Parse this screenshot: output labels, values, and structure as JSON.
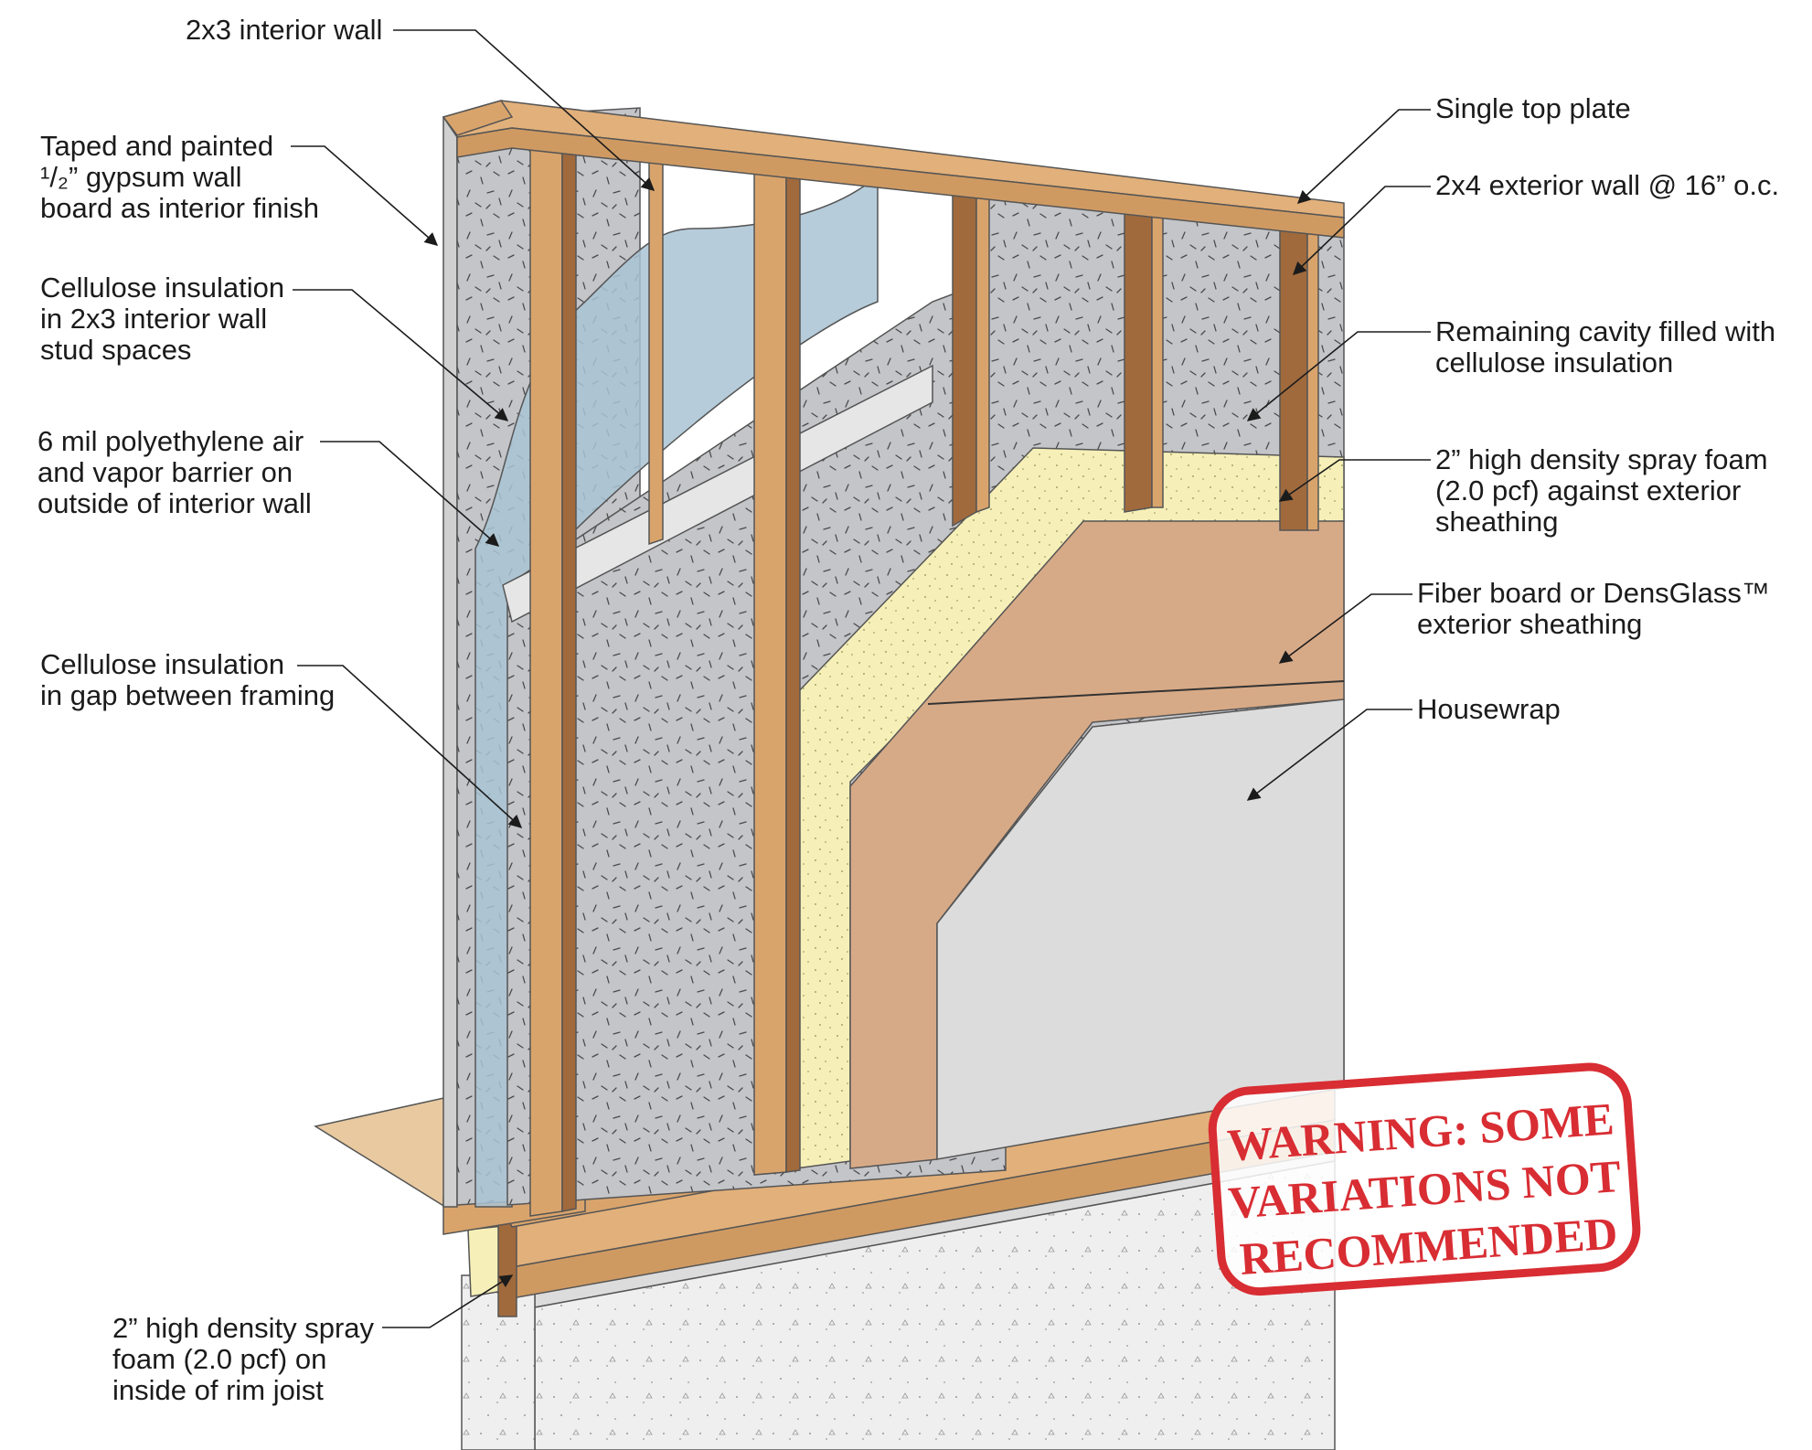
{
  "labels": {
    "interior_wall": [
      "2x3 interior wall"
    ],
    "gypsum": [
      "Taped and painted",
      "¹/₂” gypsum wall",
      "board as interior finish"
    ],
    "cellulose_interior": [
      "Cellulose insulation",
      "in 2x3 interior wall",
      "stud spaces"
    ],
    "poly": [
      "6 mil polyethylene air",
      "and vapor barrier on",
      "outside of interior wall"
    ],
    "cellulose_gap": [
      "Cellulose insulation",
      "in gap between framing"
    ],
    "rim_foam": [
      "2” high density spray",
      "foam (2.0 pcf) on",
      "inside of rim joist"
    ],
    "top_plate": [
      "Single top plate"
    ],
    "exterior_wall": [
      "2x4 exterior wall @ 16” o.c."
    ],
    "remaining_cavity": [
      "Remaining cavity filled with",
      "cellulose insulation"
    ],
    "spray_foam_ext": [
      "2” high density spray foam",
      "(2.0 pcf) against exterior",
      "sheathing"
    ],
    "sheathing": [
      "Fiber board or DensGlass™",
      "exterior sheathing"
    ],
    "housewrap": [
      "Housewrap"
    ]
  },
  "stamp": {
    "lines": [
      "WARNING: SOME",
      "VARIATIONS NOT",
      "RECOMMENDED"
    ],
    "color": "#d82d33"
  },
  "colors": {
    "wood": "#d9a46c",
    "wood_dark": "#a06a3d",
    "insulation": "#c4c5c9",
    "spray_foam": "#f6f0b8",
    "sheathing": "#d7aa87",
    "housewrap": "#dcdcdc",
    "poly": "#a9c3d4",
    "concrete": "#efefef",
    "subfloor": "#e8c9a0"
  }
}
